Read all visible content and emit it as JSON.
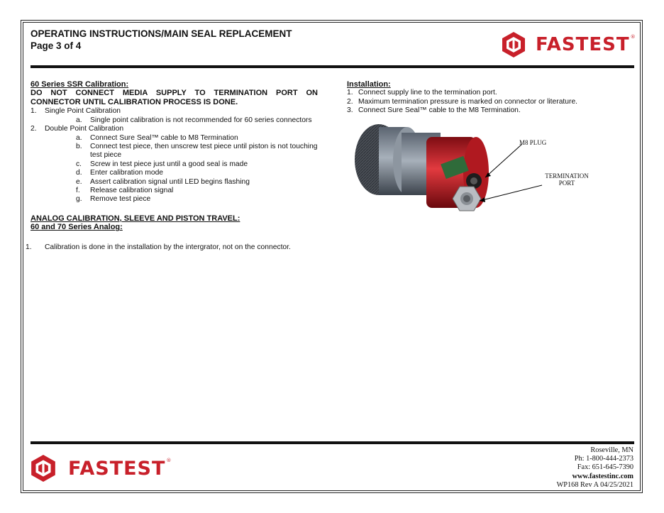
{
  "header": {
    "title": "OPERATING INSTRUCTIONS/MAIN SEAL REPLACEMENT",
    "page": "Page 3 of 4",
    "brand": "FASTEST",
    "trademark": "®"
  },
  "calibration": {
    "heading": "60 Series SSR Calibration:",
    "warning": "DO NOT CONNECT MEDIA SUPPLY TO TERMINATION PORT ON CONNECTOR UNTIL CALIBRATION PROCESS IS DONE.",
    "items": [
      {
        "num": "1.",
        "label": "Single Point Calibration",
        "subs": [
          {
            "letter": "a.",
            "text": "Single point calibration is not recommended for 60 series connectors"
          }
        ]
      },
      {
        "num": "2.",
        "label": "Double Point Calibration",
        "subs": [
          {
            "letter": "a.",
            "text": "Connect Sure Seal™ cable to M8 Termination"
          },
          {
            "letter": "b.",
            "text": "Connect test piece, then unscrew test piece until piston is not touching test piece"
          },
          {
            "letter": "c.",
            "text": "Screw in test piece just until a good seal is made"
          },
          {
            "letter": "d.",
            "text": "Enter calibration mode"
          },
          {
            "letter": "e.",
            "text": "Assert calibration signal until LED begins flashing"
          },
          {
            "letter": "f.",
            "text": "Release calibration signal"
          },
          {
            "letter": "g.",
            "text": "Remove test piece"
          }
        ]
      }
    ]
  },
  "analog": {
    "heading": "ANALOG CALIBRATION, SLEEVE AND PISTON TRAVEL:",
    "subheading": "60 and 70 Series Analog:",
    "items": [
      {
        "num": "1.",
        "text": "Calibration is done in the installation by the intergrator, not on the connector."
      }
    ]
  },
  "installation": {
    "heading": "Installation:",
    "items": [
      {
        "num": "1.",
        "text": "Connect supply line to the termination port."
      },
      {
        "num": "2.",
        "text": "Maximum termination pressure is marked on connector or literature."
      },
      {
        "num": "3.",
        "text": "Connect Sure Seal™ cable to the M8 Termination."
      }
    ]
  },
  "figure": {
    "label_m8": "M8 PLUG",
    "label_term_1": "TERMINATION",
    "label_term_2": "PORT"
  },
  "footer": {
    "brand": "FASTEST",
    "trademark": "®",
    "city": "Roseville, MN",
    "phone": "Ph: 1-800-444-2373",
    "fax": "Fax: 651-645-7390",
    "web": "www.fastestinc.com",
    "doc": "WP168  Rev A   04/25/2021"
  },
  "colors": {
    "brand_red": "#c8202a",
    "rule": "#111111"
  }
}
